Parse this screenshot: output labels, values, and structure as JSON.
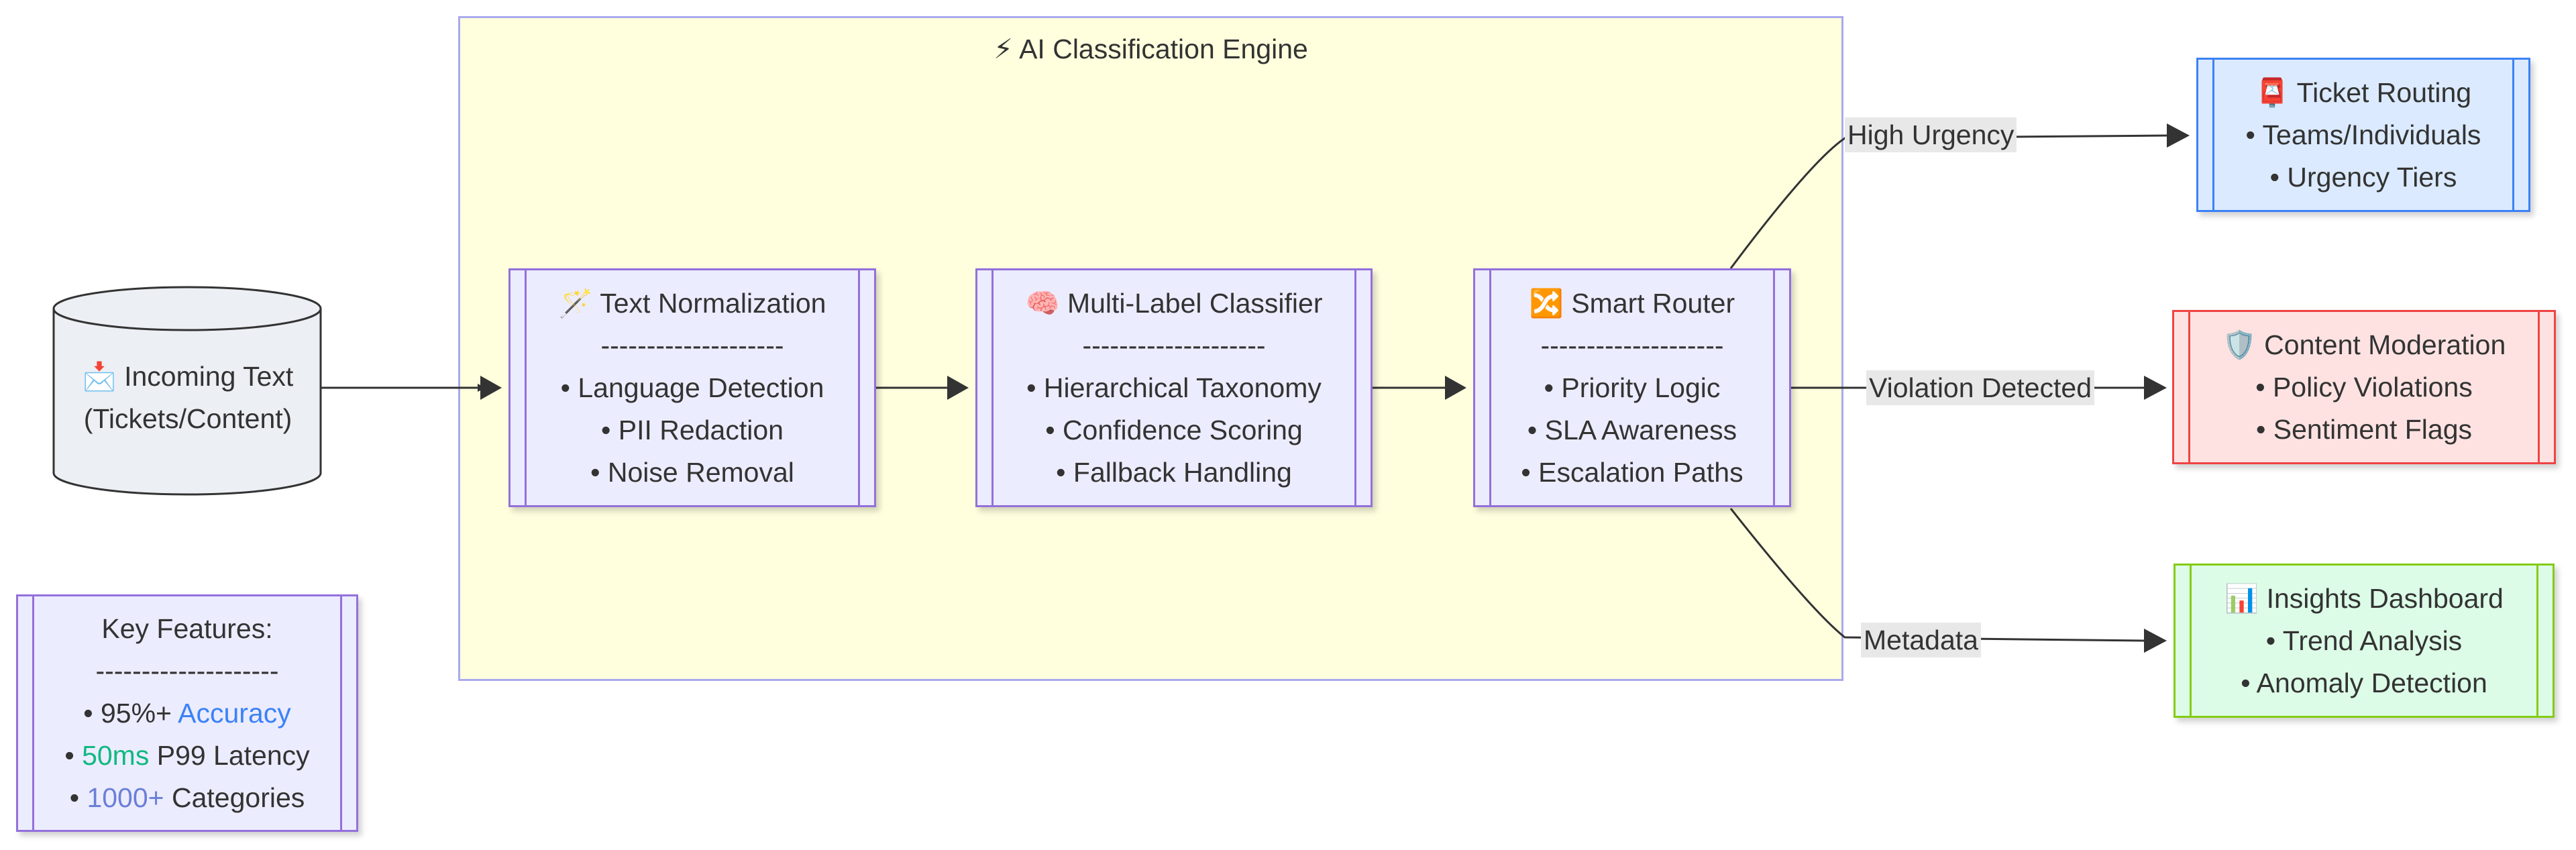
{
  "cluster": {
    "title": "⚡ AI Classification Engine"
  },
  "source": {
    "title": "📩 Incoming Text",
    "subtitle": "(Tickets/Content)"
  },
  "nodes": {
    "normalize": {
      "title": "🪄 Text Normalization",
      "sep": "--------------------",
      "items": [
        "• Language Detection",
        "• PII Redaction",
        "• Noise Removal"
      ]
    },
    "classifier": {
      "title": "🧠 Multi-Label Classifier",
      "sep": "--------------------",
      "items": [
        "• Hierarchical Taxonomy",
        "• Confidence Scoring",
        "• Fallback Handling"
      ]
    },
    "router": {
      "title": "🔀 Smart Router",
      "sep": "--------------------",
      "items": [
        "• Priority Logic",
        "• SLA Awareness",
        "• Escalation Paths"
      ]
    },
    "routing": {
      "title": "📮 Ticket Routing",
      "items": [
        "• Teams/Individuals",
        "• Urgency Tiers"
      ]
    },
    "moderation": {
      "title": "🛡️ Content Moderation",
      "items": [
        "• Policy Violations",
        "• Sentiment Flags"
      ]
    },
    "dashboard": {
      "title": "📊 Insights Dashboard",
      "items": [
        "• Trend Analysis",
        "• Anomaly Detection"
      ]
    }
  },
  "edge_labels": {
    "high": "High Urgency",
    "violation": "Violation Detected",
    "metadata": "Metadata"
  },
  "key_features": {
    "title": "Key Features:",
    "sep": "--------------------",
    "f1_prefix": "• 95%+ ",
    "f1_accent": "Accuracy",
    "f1_suffix": "",
    "f2_prefix": "• ",
    "f2_accent": "50ms",
    "f2_suffix": " P99 Latency",
    "f3_prefix": "• ",
    "f3_accent": "1000+",
    "f3_suffix": " Categories"
  },
  "colors": {
    "cluster_fill": "#ffffde",
    "cluster_stroke": "#aaaaee",
    "node_fill": "#ececff",
    "node_stroke": "#9370db",
    "routing_fill": "#dbeafe",
    "routing_stroke": "#3b82f6",
    "moderation_fill": "#fee2e2",
    "moderation_stroke": "#ef4444",
    "dashboard_fill": "#dcfce7",
    "dashboard_stroke": "#84cc16",
    "accent_blue": "#3b82f6",
    "accent_green": "#10b981",
    "accent_violet": "#6b7fd7",
    "edge": "#333333"
  }
}
